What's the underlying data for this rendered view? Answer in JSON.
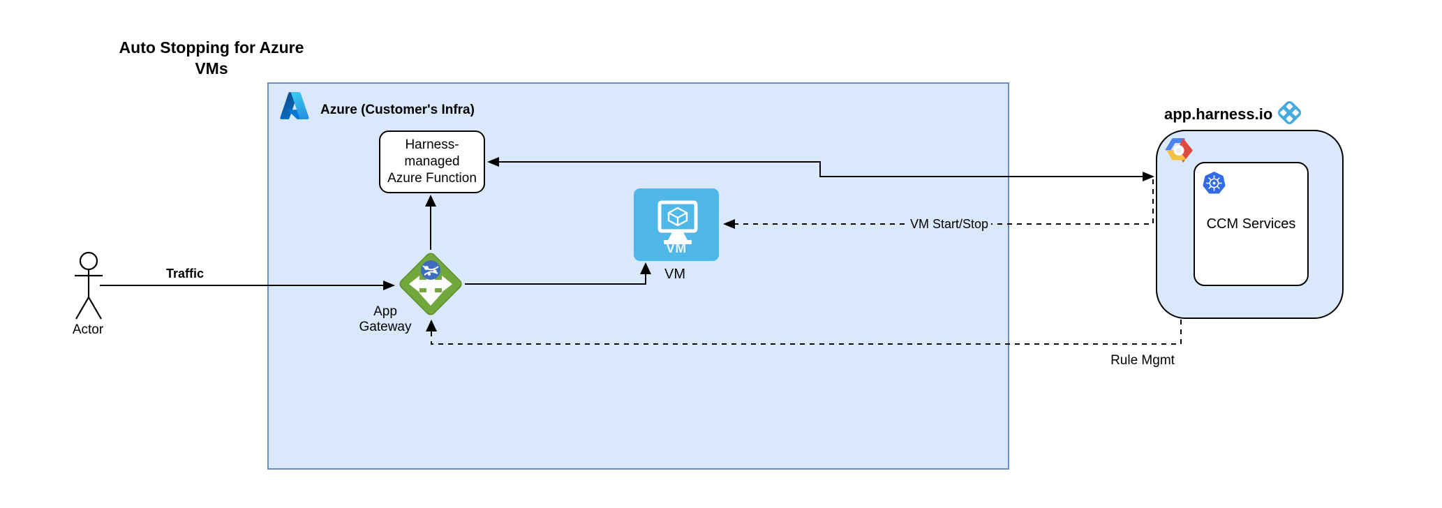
{
  "title": "Auto Stopping for Azure VMs",
  "groups": {
    "azure": {
      "label": "Azure (Customer's Infra)"
    },
    "harness": {
      "label": "app.harness.io"
    }
  },
  "nodes": {
    "actor": {
      "label": "Actor"
    },
    "app_gateway": {
      "label": "App Gateway"
    },
    "azure_function": {
      "label": "Harness-managed Azure Function"
    },
    "vm": {
      "tile_text": "VM",
      "label": "VM"
    },
    "ccm_services": {
      "label": "CCM Services"
    }
  },
  "edges": {
    "traffic": {
      "label": "Traffic",
      "style": "solid",
      "from": "Actor",
      "to": "App Gateway"
    },
    "vm_start_stop": {
      "label": "VM Start/Stop",
      "style": "dashed",
      "from": "CCM Services",
      "to": "VM"
    },
    "rule_mgmt": {
      "label": "Rule Mgmt",
      "style": "dashed",
      "from": "CCM Services",
      "to": "App Gateway"
    }
  },
  "icons": {
    "azure_logo": "azure-logo-icon",
    "harness_logo": "harness-logo-icon",
    "gcp_logo": "gcp-logo-icon",
    "kubernetes": "kubernetes-icon",
    "vm_monitor": "vm-monitor-icon",
    "app_gateway": "app-gateway-icon",
    "actor_figure": "actor-figure-icon"
  },
  "colors": {
    "group_fill": "#dae8fc",
    "group_border": "#6c8ebf",
    "box_border": "#000000",
    "connector": "#000000",
    "vm_tile": "#4fb8e8",
    "gateway_green": "#72a73d",
    "gateway_border": "#5d8f2f",
    "globe_blue": "#3e6dc0",
    "harness_blue": "#45aadf",
    "k8s_blue": "#326ce5",
    "gcp_blue": "#4c84ee",
    "gcp_red": "#dd4b3e",
    "gcp_yellow": "#f4c03f",
    "azure_blue_dark": "#114a8b",
    "azure_blue": "#0078d4",
    "azure_cyan": "#3ccbf4"
  }
}
